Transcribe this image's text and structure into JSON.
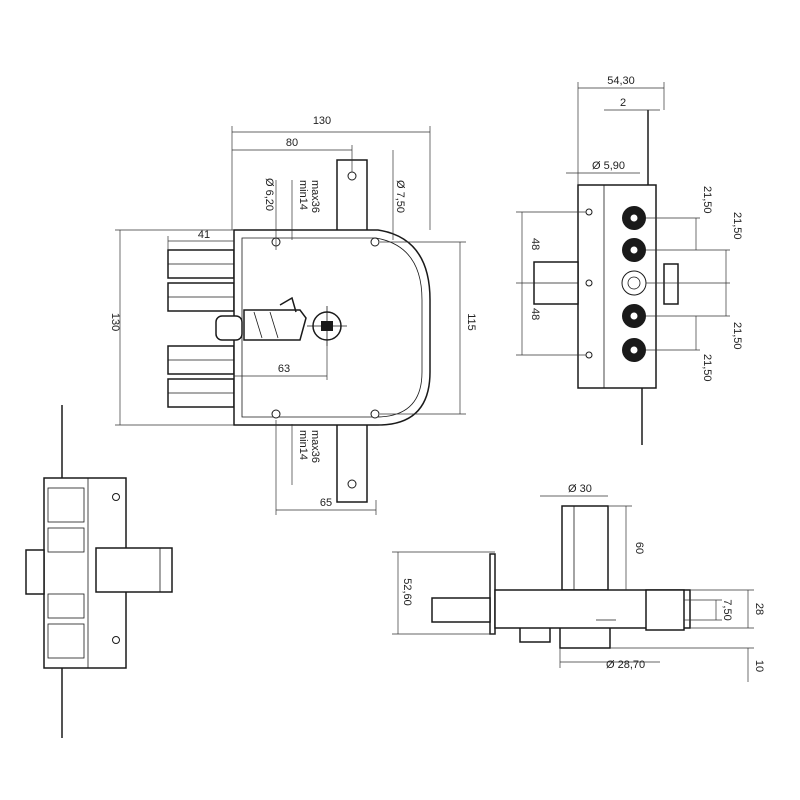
{
  "colors": {
    "line": "#1a1a1a",
    "background": "#ffffff"
  },
  "front_view": {
    "dims": {
      "width_overall": "130",
      "width_to_axis": "80",
      "hole_small": "Ø 6,20",
      "max36": "max36",
      "min14": "min14",
      "hole_large": "Ø 7,50",
      "bolt_length": "41",
      "height_overall": "130",
      "height_case": "115",
      "backset": "63",
      "max36_bottom": "max36",
      "min14_bottom": "min14",
      "plate_offset": "65"
    }
  },
  "side_view": {
    "dims": {
      "depth_total": "54,30",
      "rod_offset": "2",
      "hole": "Ø 5,90",
      "bolt_pitch_1": "21,50",
      "bolt_pitch_2": "21,50",
      "bolt_pitch_3": "21,50",
      "bolt_pitch_4": "21,50",
      "half_upper": "48",
      "half_lower": "48"
    }
  },
  "top_view": {
    "dims": {
      "cylinder_dia": "Ø 30",
      "cylinder_height": "60",
      "case_depth": "52,60",
      "bolt_dia": "7,50",
      "case_thickness": "28",
      "bottom_dia": "Ø 28,70",
      "bottom_offset": "10"
    }
  }
}
